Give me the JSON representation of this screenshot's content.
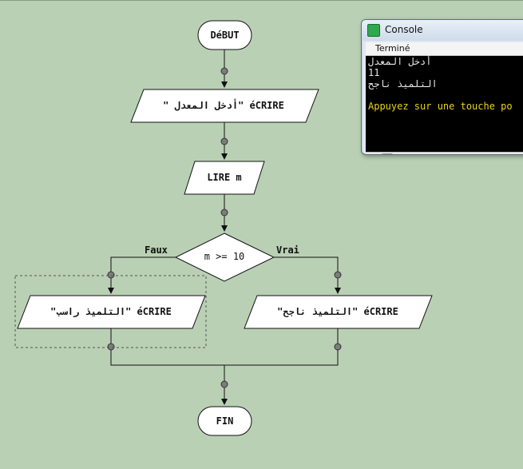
{
  "flowchart": {
    "start_label": "DéBUT",
    "write_prompt": "\" أدخل المعدل\" éCRIRE",
    "read_m": "LIRE m",
    "condition": "m >= 10",
    "branch_false": "Faux",
    "branch_true": "Vrai",
    "write_fail": "\"التلميذ راسب\" éCRIRE",
    "write_pass": "\"التلميذ ناجح\" éCRIRE",
    "end_label": "FIN"
  },
  "console": {
    "title": "Console",
    "status": "Terminé",
    "icon": "console-app-icon",
    "lines": [
      "أدخل المعدل",
      "11",
      "التلميذ ناجح",
      "",
      "Appuyez sur une touche po"
    ]
  }
}
